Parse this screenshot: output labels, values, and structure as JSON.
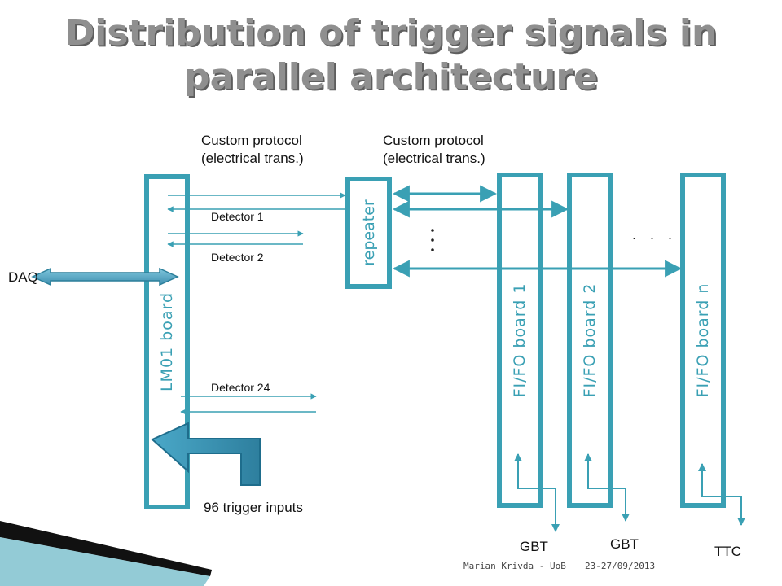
{
  "title": {
    "line1": "Distribution of trigger signals in",
    "line2": "parallel architecture"
  },
  "labels": {
    "protocol_left_1": "Custom protocol",
    "protocol_left_2": "(electrical trans.)",
    "protocol_right_1": "Custom protocol",
    "protocol_right_2": "(electrical trans.)",
    "detector_1": "Detector 1",
    "detector_2": "Detector 2",
    "detector_24": "Detector 24",
    "daq": "DAQ",
    "trigger_inputs": "96 trigger inputs",
    "gbt_1": "GBT",
    "gbt_2": "GBT",
    "ttc": "TTC",
    "horizontal_dots": ". . ."
  },
  "boards": {
    "lm01": "LM01 board",
    "repeater": "repeater",
    "fifo_1": "FI/FO board 1",
    "fifo_2": "FI/FO board 2",
    "fifo_n": "FI/FO board n"
  },
  "footer": {
    "author": "Marian Krivda - UoB",
    "date": "23-27/09/2013"
  },
  "colors": {
    "accent": "#3aa0b4",
    "arrow_dark": "#2c7f9a",
    "title_gray": "#8f8f8f"
  }
}
